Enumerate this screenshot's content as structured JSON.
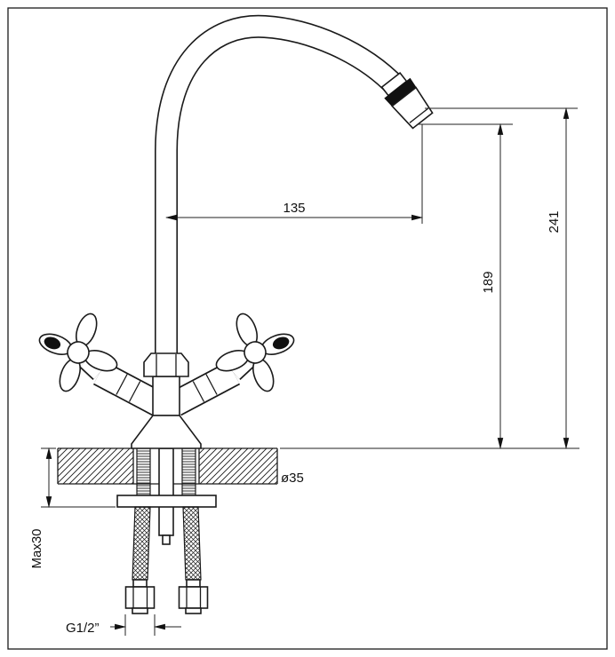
{
  "labels": {
    "spout_reach": "135",
    "outlet_height": "189",
    "overall_height": "241",
    "hole_diameter": "ø35",
    "max_deck_thickness": "Max30",
    "thread_size": "G1/2”"
  },
  "colors": {
    "background": "#ffffff",
    "line": "#1a1a1a",
    "dark_fill": "#111111"
  }
}
